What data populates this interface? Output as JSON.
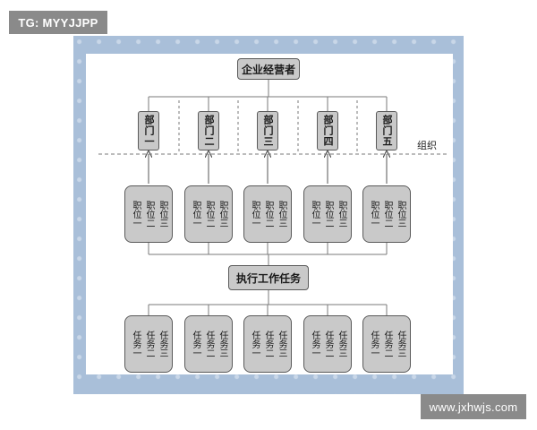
{
  "watermarks": {
    "top": "TG: MYYJJPP",
    "bottom": "www.jxhwjs.com"
  },
  "colors": {
    "frame": "#a9bfd9",
    "node_fill": "#c9c9c9",
    "node_border": "#5a5a5a",
    "line": "#7a7a7a"
  },
  "diagram": {
    "root": "企业经营者",
    "section_label": "组织",
    "departments": [
      "部门一",
      "部门二",
      "部门三",
      "部门四",
      "部门五"
    ],
    "positions": [
      "职位一",
      "职位二",
      "职位三"
    ],
    "middle": "执行工作任务",
    "tasks": [
      "任务一",
      "任务二",
      "任务三"
    ]
  }
}
